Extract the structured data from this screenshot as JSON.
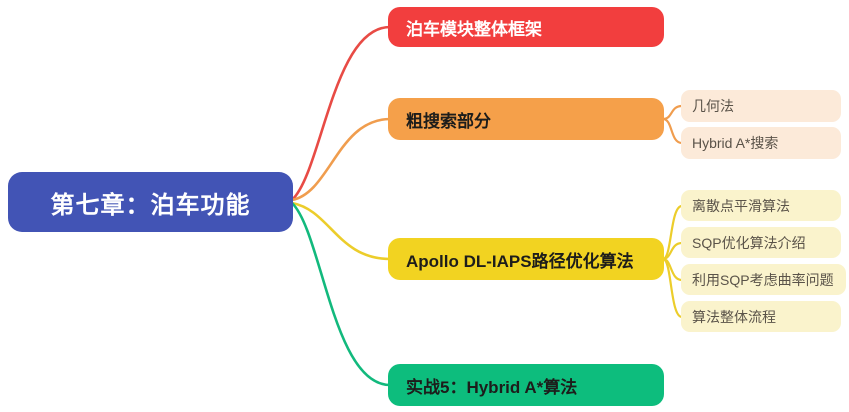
{
  "mindmap": {
    "root": {
      "label": "第七章：泊车功能",
      "bg": "#4254b5",
      "text_color": "#ffffff"
    },
    "branches": [
      {
        "label": "泊车模块整体框架",
        "bg": "#f23e3e",
        "line_color": "#e84b45",
        "text_color": "#ffffff",
        "children": []
      },
      {
        "label": "粗搜索部分",
        "bg": "#f5a04a",
        "line_color": "#f09d4e",
        "text_color": "#1d1d1b",
        "children": [
          {
            "label": "几何法",
            "bg": "#fcead9",
            "text_color": "#5a5349"
          },
          {
            "label": "Hybrid A*搜索",
            "bg": "#fcead9",
            "text_color": "#5a5349"
          }
        ]
      },
      {
        "label": "Apollo DL-IAPS路径优化算法",
        "bg": "#f2d321",
        "line_color": "#eccd2b",
        "text_color": "#1d1d1b",
        "children": [
          {
            "label": "离散点平滑算法",
            "bg": "#faf3cc",
            "text_color": "#5a5349"
          },
          {
            "label": "SQP优化算法介绍",
            "bg": "#faf3cc",
            "text_color": "#5a5349"
          },
          {
            "label": "利用SQP考虑曲率问题",
            "bg": "#faf3cc",
            "text_color": "#5a5349"
          },
          {
            "label": "算法整体流程",
            "bg": "#faf3cc",
            "text_color": "#5a5349"
          }
        ]
      },
      {
        "label": "实战5：Hybrid A*算法",
        "bg": "#0dbd7d",
        "line_color": "#12b97d",
        "text_color": "#1d1d1b",
        "children": []
      }
    ]
  }
}
